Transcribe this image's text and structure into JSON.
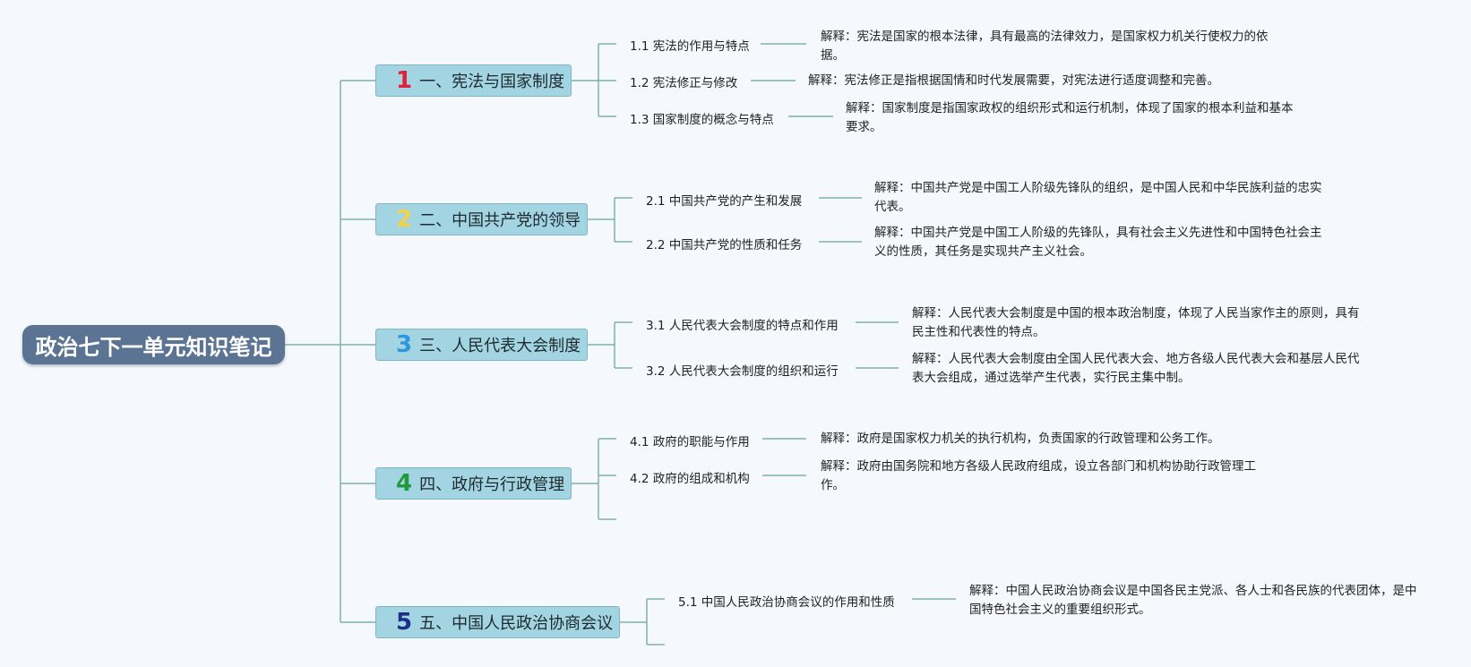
{
  "root": {
    "title": "政治七下一单元知识笔记"
  },
  "branches": [
    {
      "number": "1",
      "number_color": "#e0213c",
      "title": "一、宪法与国家制度",
      "items": [
        {
          "label": "1.1 宪法的作用与特点",
          "note": "解释：宪法是国家的根本法律，具有最高的法律效力，是国家权力机关行使权力的依据。"
        },
        {
          "label": "1.2 宪法修正与修改",
          "note": "解释：宪法修正是指根据国情和时代发展需要，对宪法进行适度调整和完善。"
        },
        {
          "label": "1.3 国家制度的概念与特点",
          "note": "解释：国家制度是指国家政权的组织形式和运行机制，体现了国家的根本利益和基本要求。"
        }
      ]
    },
    {
      "number": "2",
      "number_color": "#f2d24a",
      "title": "二、中国共产党的领导",
      "items": [
        {
          "label": "2.1 中国共产党的产生和发展",
          "note": "解释：中国共产党是中国工人阶级先锋队的组织，是中国人民和中华民族利益的忠实代表。"
        },
        {
          "label": "2.2 中国共产党的性质和任务",
          "note": "解释：中国共产党是中国工人阶级的先锋队，具有社会主义先进性和中国特色社会主义的性质，其任务是实现共产主义社会。"
        }
      ]
    },
    {
      "number": "3",
      "number_color": "#2f97e0",
      "title": "三、人民代表大会制度",
      "items": [
        {
          "label": "3.1 人民代表大会制度的特点和作用",
          "note": "解释：人民代表大会制度是中国的根本政治制度，体现了人民当家作主的原则，具有民主性和代表性的特点。"
        },
        {
          "label": "3.2 人民代表大会制度的组织和运行",
          "note": "解释：人民代表大会制度由全国人民代表大会、地方各级人民代表大会和基层人民代表大会组成，通过选举产生代表，实行民主集中制。"
        }
      ]
    },
    {
      "number": "4",
      "number_color": "#1f9a3a",
      "title": "四、政府与行政管理",
      "items": [
        {
          "label": "4.1 政府的职能与作用",
          "note": "解释：政府是国家权力机关的执行机构，负责国家的行政管理和公务工作。"
        },
        {
          "label": "4.2 政府的组成和机构",
          "note": "解释：政府由国务院和地方各级人民政府组成，设立各部门和机构协助行政管理工作。"
        }
      ]
    },
    {
      "number": "5",
      "number_color": "#1b2f86",
      "title": "五、中国人民政治协商会议",
      "items": [
        {
          "label": "5.1 中国人民政治协商会议的作用和性质",
          "note": "解释：中国人民政治协商会议是中国各民主党派、各人士和各民族的代表团体，是中国特色社会主义的重要组织形式。"
        }
      ]
    }
  ],
  "colors": {
    "line": "#7eb3a3",
    "root_bg": "#5c7494",
    "branch_bg": "#a3d4e1"
  }
}
